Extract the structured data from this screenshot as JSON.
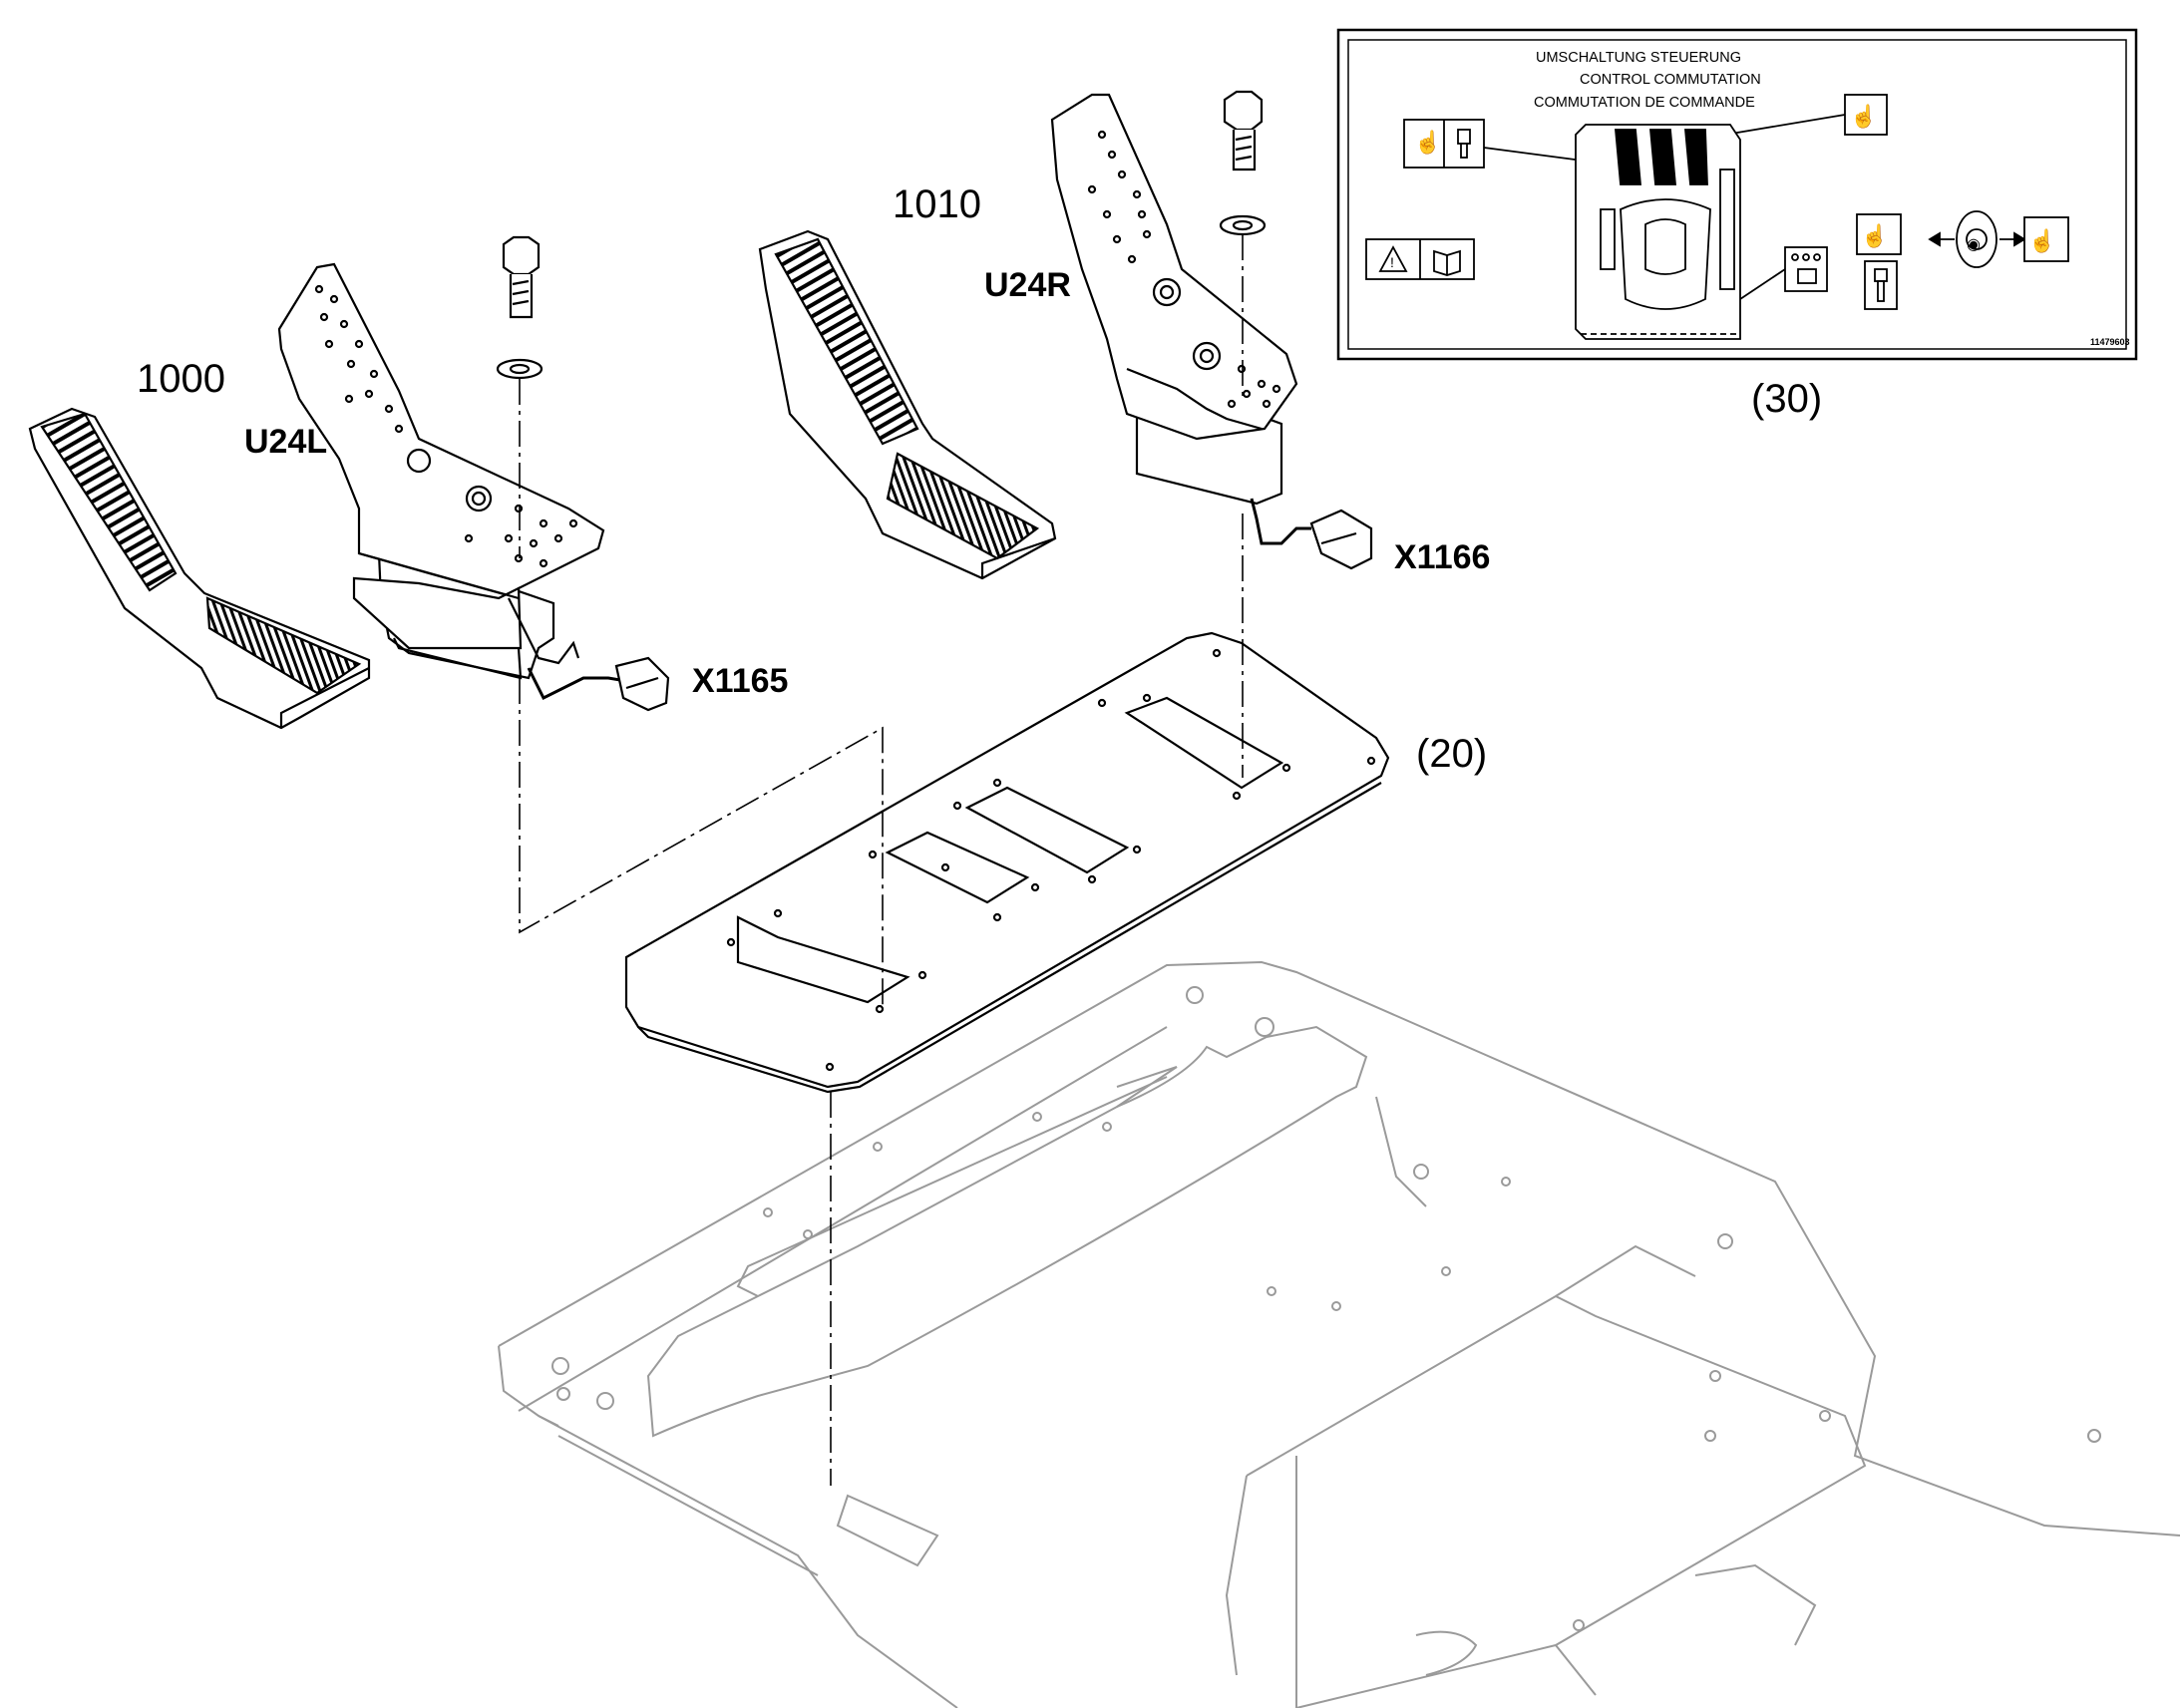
{
  "part_labels": {
    "pedal_left_number": "1000",
    "pedal_right_number": "1010",
    "sensor_left": "U24L",
    "sensor_right": "U24R",
    "connector_left": "X1165",
    "connector_right": "X1166",
    "plate_ref": "(20)",
    "decal_ref": "(30)"
  },
  "decal": {
    "line_de": "UMSCHALTUNG STEUERUNG",
    "line_en": "CONTROL COMMUTATION",
    "line_fr": "COMMUTATION DE COMMANDE",
    "code": "11479603"
  },
  "colors": {
    "line": "#000000",
    "frame_line": "#9a9a9a",
    "background": "#ffffff"
  }
}
